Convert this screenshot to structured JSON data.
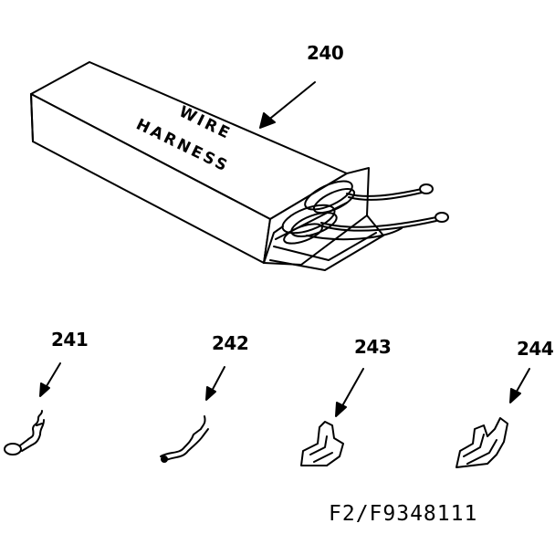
{
  "diagram": {
    "box_label_line1": "WIRE",
    "box_label_line2": "HARNESS",
    "callouts": {
      "harness": "240",
      "terminal_a": "241",
      "terminal_b": "242",
      "terminal_c": "243",
      "terminal_d": "244"
    },
    "figure_id": "F2/F9348111"
  }
}
